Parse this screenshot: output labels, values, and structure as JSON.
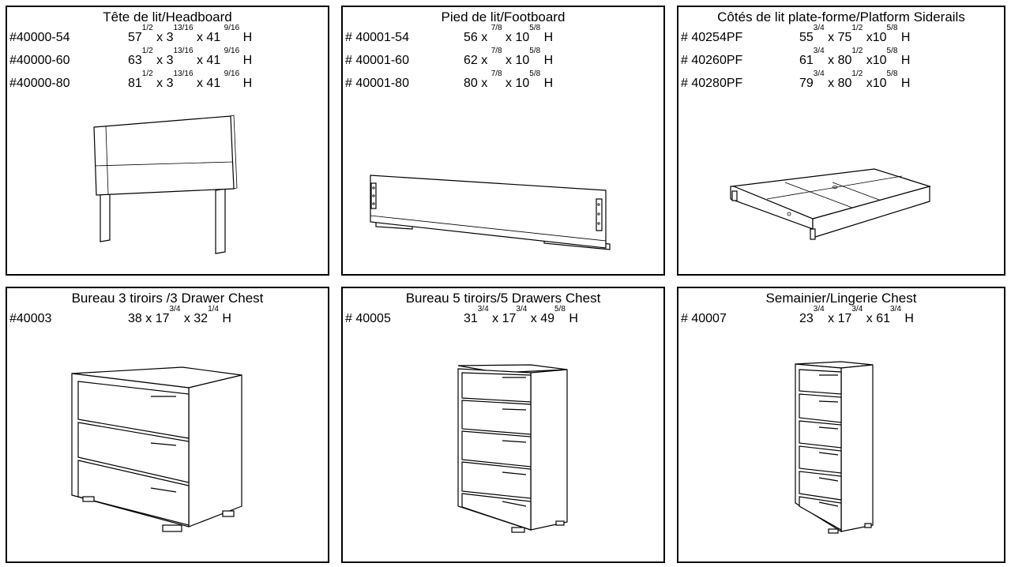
{
  "panels": [
    {
      "title": "Tête de lit/Headboard",
      "rows": [
        {
          "sku": "#40000-54",
          "dims": [
            {
              "t": "57",
              "sup": "1/2"
            },
            {
              "t": " x 3",
              "sup": "13/16"
            },
            {
              "t": " x 41 ",
              "sup": "9/16"
            },
            {
              "t": " H"
            }
          ]
        },
        {
          "sku": "#40000-60",
          "dims": [
            {
              "t": "63",
              "sup": "1/2"
            },
            {
              "t": " x 3",
              "sup": "13/16"
            },
            {
              "t": " x 41 ",
              "sup": "9/16"
            },
            {
              "t": " H"
            }
          ]
        },
        {
          "sku": "#40000-80",
          "dims": [
            {
              "t": "81",
              "sup": "1/2"
            },
            {
              "t": " x 3",
              "sup": "13/16"
            },
            {
              "t": " x 41 ",
              "sup": "9/16"
            },
            {
              "t": " H"
            }
          ]
        }
      ]
    },
    {
      "title": "Pied de lit/Footboard",
      "rows": [
        {
          "sku": "# 40001-54",
          "dims": [
            {
              "t": "56 x  ",
              "sup": "7/8"
            },
            {
              "t": "  x 10",
              "sup": "5/8"
            },
            {
              "t": " H"
            }
          ]
        },
        {
          "sku": "# 40001-60",
          "dims": [
            {
              "t": "62 x  ",
              "sup": "7/8"
            },
            {
              "t": "  x 10",
              "sup": "5/8"
            },
            {
              "t": " H"
            }
          ]
        },
        {
          "sku": "# 40001-80",
          "dims": [
            {
              "t": "80 x  ",
              "sup": "7/8"
            },
            {
              "t": "  x 10",
              "sup": "5/8"
            },
            {
              "t": " H"
            }
          ]
        }
      ]
    },
    {
      "title": "Côtés de lit plate-forme/Platform Siderails",
      "rows": [
        {
          "sku": "# 40254PF",
          "dims": [
            {
              "t": "55",
              "sup": "3/4"
            },
            {
              "t": " x  75",
              "sup": "1/2"
            },
            {
              "t": " x10",
              "sup": "5/8"
            },
            {
              "t": " H"
            }
          ]
        },
        {
          "sku": "# 40260PF",
          "dims": [
            {
              "t": "61",
              "sup": "3/4"
            },
            {
              "t": " x  80",
              "sup": "1/2"
            },
            {
              "t": " x10",
              "sup": "5/8"
            },
            {
              "t": " H"
            }
          ]
        },
        {
          "sku": "# 40280PF",
          "dims": [
            {
              "t": "79",
              "sup": "3/4"
            },
            {
              "t": " x  80",
              "sup": "1/2"
            },
            {
              "t": " x10",
              "sup": "5/8"
            },
            {
              "t": " H"
            }
          ]
        }
      ]
    },
    {
      "title": "Bureau 3 tiroirs /3 Drawer Chest",
      "rows": [
        {
          "sku": "#40003",
          "dims": [
            {
              "t": "38  x 17",
              "sup": "3/4"
            },
            {
              "t": " x 32",
              "sup": "1/4"
            },
            {
              "t": "  H"
            }
          ]
        }
      ]
    },
    {
      "title": "Bureau 5 tiroirs/5 Drawers Chest",
      "rows": [
        {
          "sku": "# 40005",
          "dims": [
            {
              "t": "31",
              "sup": "3/4"
            },
            {
              "t": " x 17",
              "sup": "3/4"
            },
            {
              "t": " x 49",
              "sup": "5/8"
            },
            {
              "t": " H"
            }
          ]
        }
      ]
    },
    {
      "title": "Semainier/Lingerie Chest",
      "rows": [
        {
          "sku": "# 40007",
          "dims": [
            {
              "t": "23",
              "sup": "3/4"
            },
            {
              "t": " x 17",
              "sup": "3/4"
            },
            {
              "t": " x 61",
              "sup": "3/4"
            },
            {
              "t": " H"
            }
          ]
        }
      ]
    }
  ]
}
